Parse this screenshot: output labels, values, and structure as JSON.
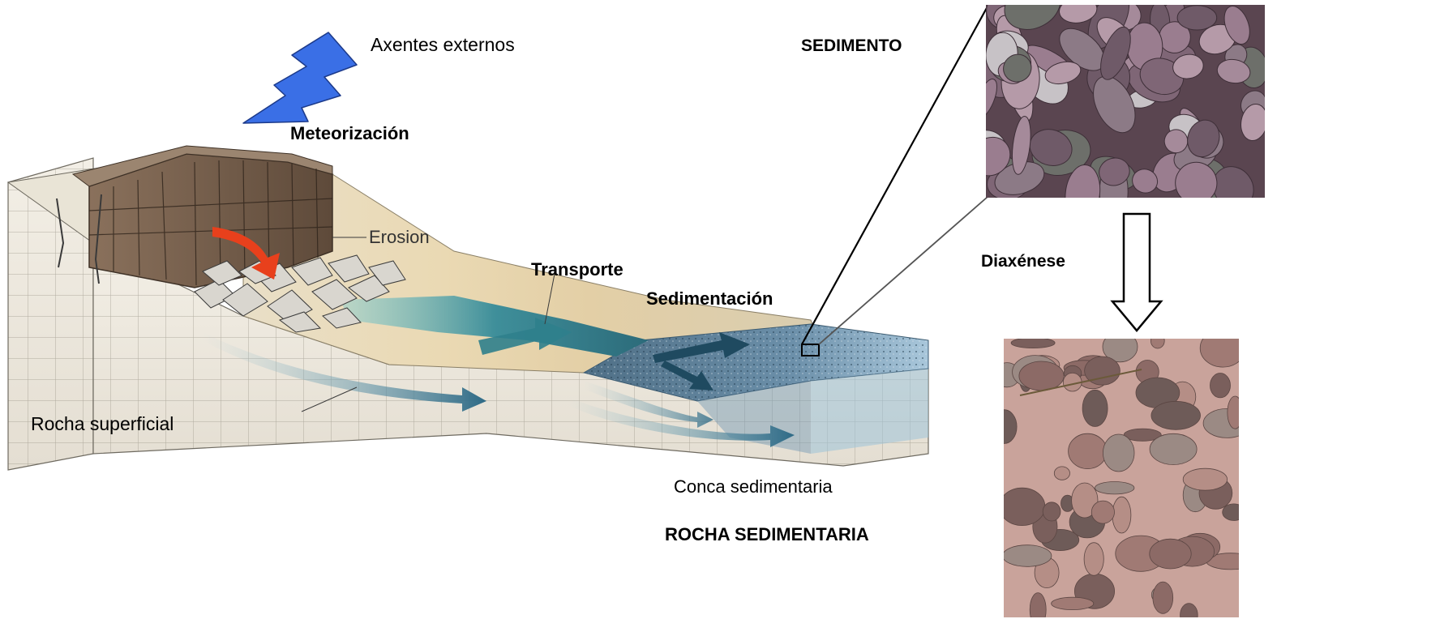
{
  "labels": {
    "axentes_externos": "Axentes externos",
    "meteorizacion": "Meteorización",
    "erosion": "Erosion",
    "transporte": "Transporte",
    "sedimentacion": "Sedimentación",
    "rocha_superficial": "Rocha superficial",
    "conca_sedimentaria": "Conca sedimentaria",
    "rocha_sedimentaria": "ROCHA SEDIMENTARIA",
    "sedimento": "SEDIMENTO",
    "diaxenese": "Diaxénese"
  },
  "icons": {
    "external_agents": "lightning-bolt-icon",
    "process_arrow": "hollow-down-arrow-icon"
  },
  "colors": {
    "bolt": "#3a6fe6",
    "bolt_dark": "#1c3a8a",
    "erosion_arrow": "#e8401c",
    "water": "#6ea8c4",
    "water_dark": "#24536b",
    "rock_block": "#efeadf",
    "cliff": "#7a6450",
    "pebble_tone": "#8f7484",
    "conglomerate_tone": "#b48f88"
  }
}
